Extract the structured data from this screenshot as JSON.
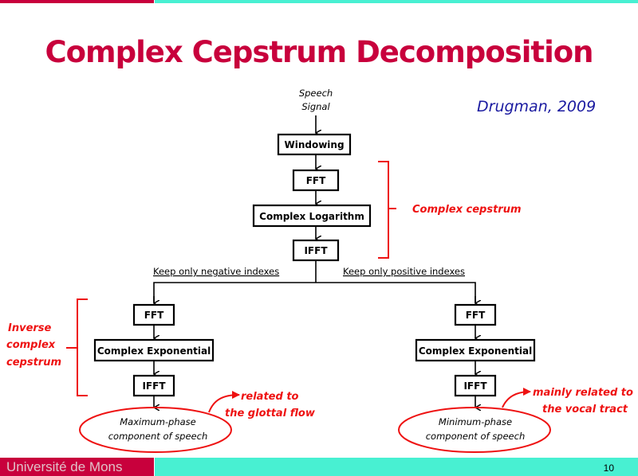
{
  "slide": {
    "title": "Complex Cepstrum Decomposition",
    "citation": "Drugman, 2009",
    "footer": {
      "institution": "Université de Mons",
      "page_number": "10"
    },
    "colors": {
      "accent": "#c8003c",
      "secondary": "#48f0d2",
      "annotation": "#ee1111",
      "citation": "#1a1aa0"
    }
  },
  "diagram": {
    "input_label_line1": "Speech",
    "input_label_line2": "Signal",
    "main_chain": [
      "Windowing",
      "FFT",
      "Complex Logarithm",
      "IFFT"
    ],
    "branch_left_label": "Keep only negative indexes",
    "branch_right_label": "Keep only positive indexes",
    "left_chain": [
      "FFT",
      "Complex Exponential",
      "IFFT"
    ],
    "right_chain": [
      "FFT",
      "Complex Exponential",
      "IFFT"
    ],
    "left_output_line1": "Maximum-phase",
    "left_output_line2": "component of speech",
    "right_output_line1": "Minimum-phase",
    "right_output_line2": "component of speech",
    "annotations": {
      "complex_cepstrum": "Complex cepstrum",
      "inverse_line1": "Inverse",
      "inverse_line2": "complex",
      "inverse_line3": "cepstrum",
      "left_note_line1": "related to",
      "left_note_line2": "the glottal flow",
      "right_note_line1": "mainly related to",
      "right_note_line2": "the vocal tract"
    }
  }
}
